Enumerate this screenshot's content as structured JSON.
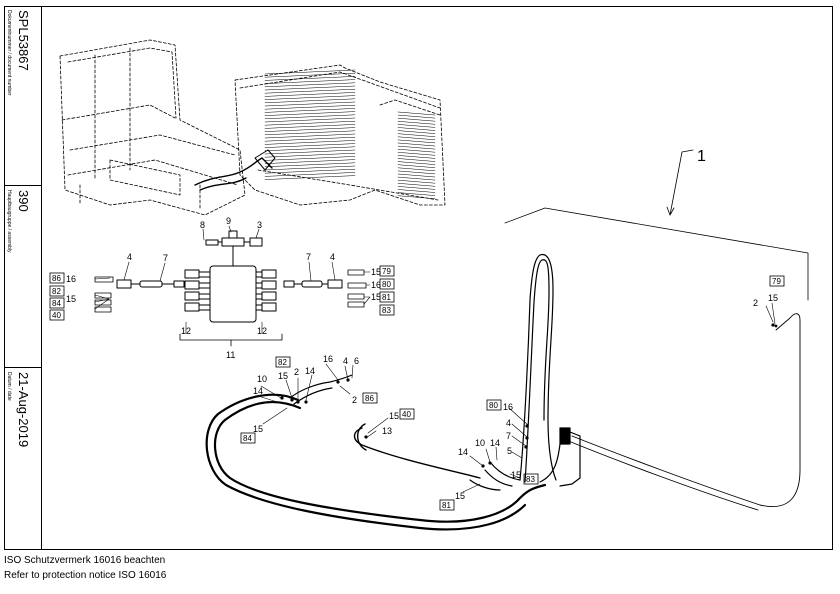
{
  "title_block": {
    "document_number_label": "Dokumentnummer / document number",
    "document_number": "SPL53867",
    "assembly_label": "Hauptbaugruppe / assembly",
    "assembly": "390",
    "date_label": "Datum / date",
    "date": "21-Aug-2019"
  },
  "callouts": {
    "main": "1",
    "n2": "2",
    "n3": "3",
    "n4": "4",
    "n5": "5",
    "n6": "6",
    "n7": "7",
    "n8": "8",
    "n9": "9",
    "n10": "10",
    "n11": "11",
    "n12": "12",
    "n13": "13",
    "n14": "14",
    "n15": "15",
    "n16": "16"
  },
  "boxed_labels": {
    "b40": "40",
    "b79": "79",
    "b80": "80",
    "b81": "81",
    "b82": "82",
    "b83": "83",
    "b84": "84",
    "b86": "86"
  },
  "footer": {
    "line1": "ISO Schutzvermerk 16016 beachten",
    "line2": "Refer to protection notice ISO 16016"
  }
}
